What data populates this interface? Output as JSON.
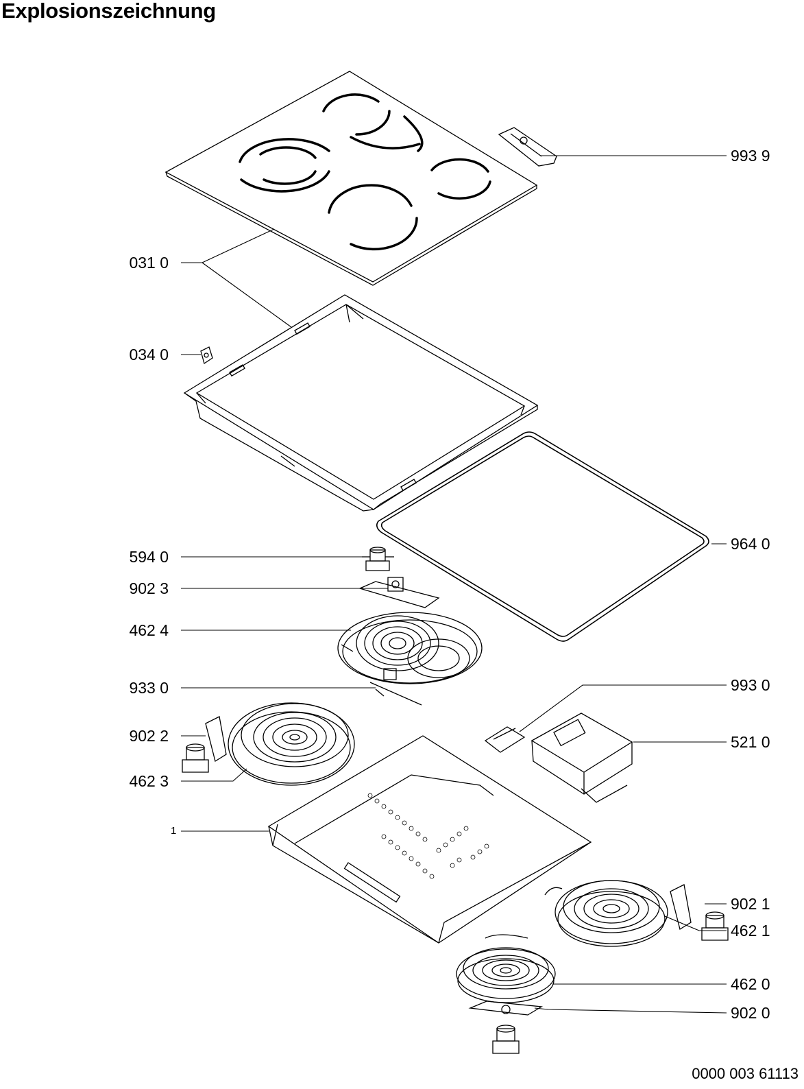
{
  "title": "Explosionszeichnung",
  "document_number": "0000 003 61113",
  "labels_left": [
    {
      "id": "ceramic-glass-top",
      "text": "031 0"
    },
    {
      "id": "clip",
      "text": "034 0"
    },
    {
      "id": "connector-594",
      "text": "594 0"
    },
    {
      "id": "bracket-9023",
      "text": "902 3"
    },
    {
      "id": "heater-4624",
      "text": "462 4"
    },
    {
      "id": "thermostat-rod",
      "text": "933 0"
    },
    {
      "id": "bracket-9022",
      "text": "902 2"
    },
    {
      "id": "heater-4623",
      "text": "462 3"
    },
    {
      "id": "base-tray",
      "text": "1"
    }
  ],
  "labels_right": [
    {
      "id": "bracket-9939",
      "text": "993 9"
    },
    {
      "id": "seal-gasket",
      "text": "964 0"
    },
    {
      "id": "bracket-9930",
      "text": "993 0"
    },
    {
      "id": "terminal-block",
      "text": "521 0"
    },
    {
      "id": "bracket-9021",
      "text": "902 1"
    },
    {
      "id": "heater-4621",
      "text": "462 1"
    },
    {
      "id": "heater-4620",
      "text": "462 0"
    },
    {
      "id": "bracket-9020",
      "text": "902 0"
    }
  ]
}
